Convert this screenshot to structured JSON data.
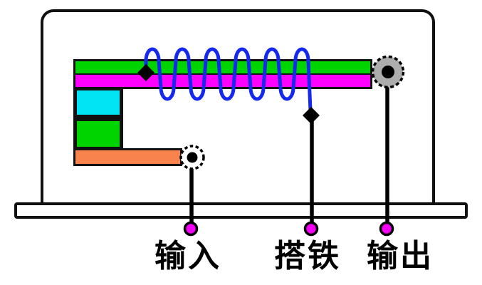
{
  "labels": {
    "input": "输入",
    "ground": "搭铁",
    "output": "输出"
  },
  "colors": {
    "outline": "#111111",
    "case_fill": "#FFFFFF",
    "core_green": "#00D400",
    "core_magenta": "#FF00FF",
    "block_cyan": "#00E4F4",
    "block_green": "#00D400",
    "bar_orange": "#F9834C",
    "coil_blue": "#1428F0",
    "terminal_gray": "#ADADAD",
    "pin_magenta": "#F400F4"
  }
}
